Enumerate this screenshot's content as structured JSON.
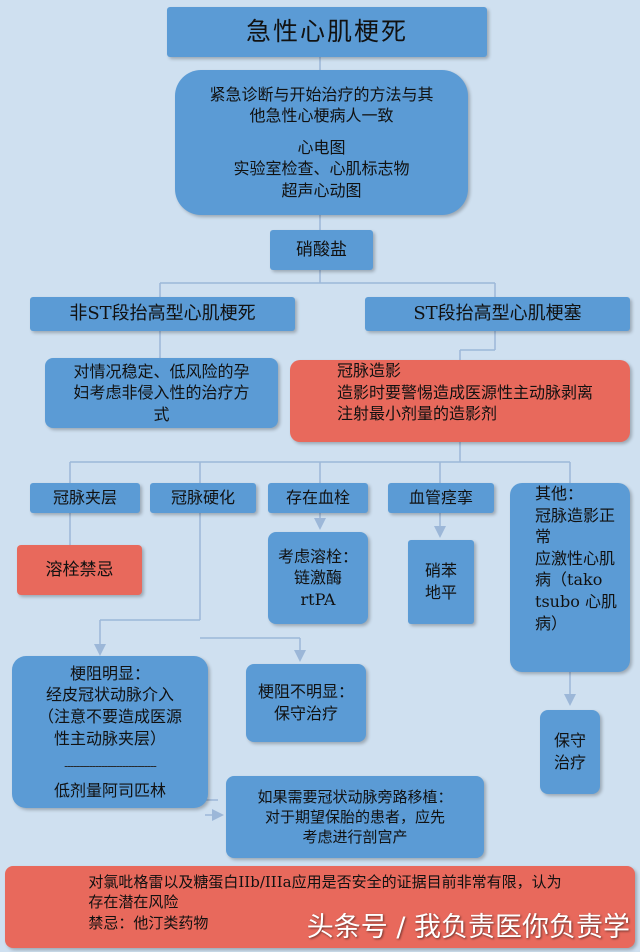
{
  "title": "急性心肌梗死",
  "intro": {
    "lines": [
      "紧急诊断与开始治疗的方法与其",
      "他急性心梗病人一致",
      "",
      "心电图",
      "实验室检查、心肌标志物",
      "超声心动图"
    ]
  },
  "nitrate": "硝酸盐",
  "nstemi": {
    "header": "非ST段抬高型心肌梗死",
    "note_lines": [
      "对情况稳定、低风险的孕",
      "妇考虑非侵入性的治疗方",
      "式"
    ]
  },
  "stemi": {
    "header": "ST段抬高型心肌梗塞",
    "angio_lines": [
      "冠脉造影",
      "造影时要警惕造成医源性主动脉剥离",
      "注射最小剂量的造影剂"
    ]
  },
  "causes": {
    "dissection": "冠脉夹层",
    "atherosclerosis": "冠脉硬化",
    "thrombus": "存在血栓",
    "spasm": "血管痉挛",
    "other_lines": [
      "其他：",
      "冠脉造影正",
      "常",
      "应激性心肌",
      "病（tako",
      "tsubo 心肌",
      "病）"
    ]
  },
  "thrombolysis_contra": "溶栓禁忌",
  "thrombolysis_lines": [
    "考虑溶栓：",
    "链激酶",
    "rtPA"
  ],
  "nitro_lines": [
    "硝苯",
    "地平"
  ],
  "obvious_obstruction": {
    "lines": [
      "梗阻明显：",
      "经皮冠状动脉介入",
      "（注意不要造成医源",
      "性主动脉夹层）"
    ],
    "divider": "------------------------------",
    "aspirin": "低剂量阿司匹林"
  },
  "mild_obstruction_lines": [
    "梗阻不明显：",
    "保守治疗"
  ],
  "conservative_lines": [
    "保守",
    "治疗"
  ],
  "cabg_lines": [
    "如果需要冠状动脉旁路移植：",
    "对于期望保胎的患者，应先",
    "考虑进行剖宫产"
  ],
  "warning_lines": [
    "对氯吡格雷以及糖蛋白IIb/IIIa应用是否安全的证据目前非常有限，认为",
    "存在潜在风险",
    "禁忌：他汀类药物"
  ],
  "watermark": "头条号 / 我负责医你负责学",
  "colors": {
    "box": "#5b9bd5",
    "alert": "#e8695c",
    "background": "#cfe0f0",
    "line": "#9cb7d8"
  }
}
